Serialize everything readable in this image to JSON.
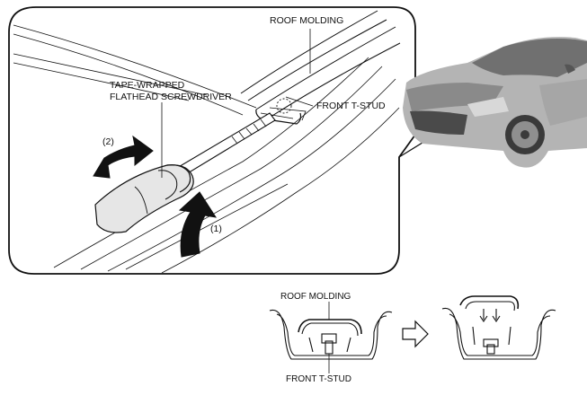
{
  "labels": {
    "roof_molding": "ROOF MOLDING",
    "front_t_stud": "FRONT T-STUD",
    "tool_line1": "TAPE-WRAPPED",
    "tool_line2": "FLATHEAD SCREWDRIVER",
    "step1": "(1)",
    "step2": "(2)"
  },
  "detail": {
    "roof_molding": "ROOF MOLDING",
    "front_t_stud": "FRONT T-STUD"
  },
  "icons": {
    "arrow": "right-arrow-icon"
  },
  "colors": {
    "line": "#111111",
    "car_body": "#9a9a9a",
    "car_dark": "#3a3a3a",
    "tool_grip": "#e6e6e6"
  }
}
